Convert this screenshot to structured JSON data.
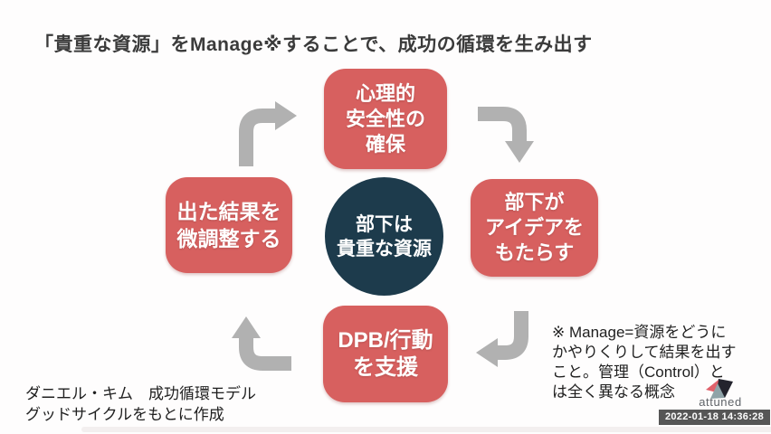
{
  "title": "「貴重な資源」をManage※することで、成功の循環を生み出す",
  "diagram": {
    "center": {
      "lines": [
        "部下は",
        "貴重な資源"
      ],
      "bg_color": "#1d3b4c"
    },
    "boxes": {
      "top": {
        "lines": [
          "心理的",
          "安全性の",
          "確保"
        ]
      },
      "right": {
        "lines": [
          "部下が",
          "アイデアを",
          "もたらす"
        ]
      },
      "bottom": {
        "lines": [
          "DPB/行動",
          "を支援"
        ]
      },
      "left": {
        "lines": [
          "出た結果を",
          "微調整する"
        ]
      }
    },
    "box_color": "#d7605f",
    "arrow_color": "#b1b1b1",
    "cycle_direction": "clockwise"
  },
  "caption": {
    "lines": [
      "ダニエル・キム　成功循環モデル",
      "グッドサイクルをもとに作成"
    ]
  },
  "note": {
    "lines": [
      "※ Manage=資源をどうに",
      "かやりくりして結果を出す",
      "こと。管理（Control）と",
      "は全く異なる概念"
    ]
  },
  "footer": {
    "brand": "attuned",
    "timestamp": "2022-01-18 14:36:28",
    "logo_colors": {
      "left": "#e0616b",
      "mid": "#8fa3a8",
      "right": "#23232d"
    }
  }
}
